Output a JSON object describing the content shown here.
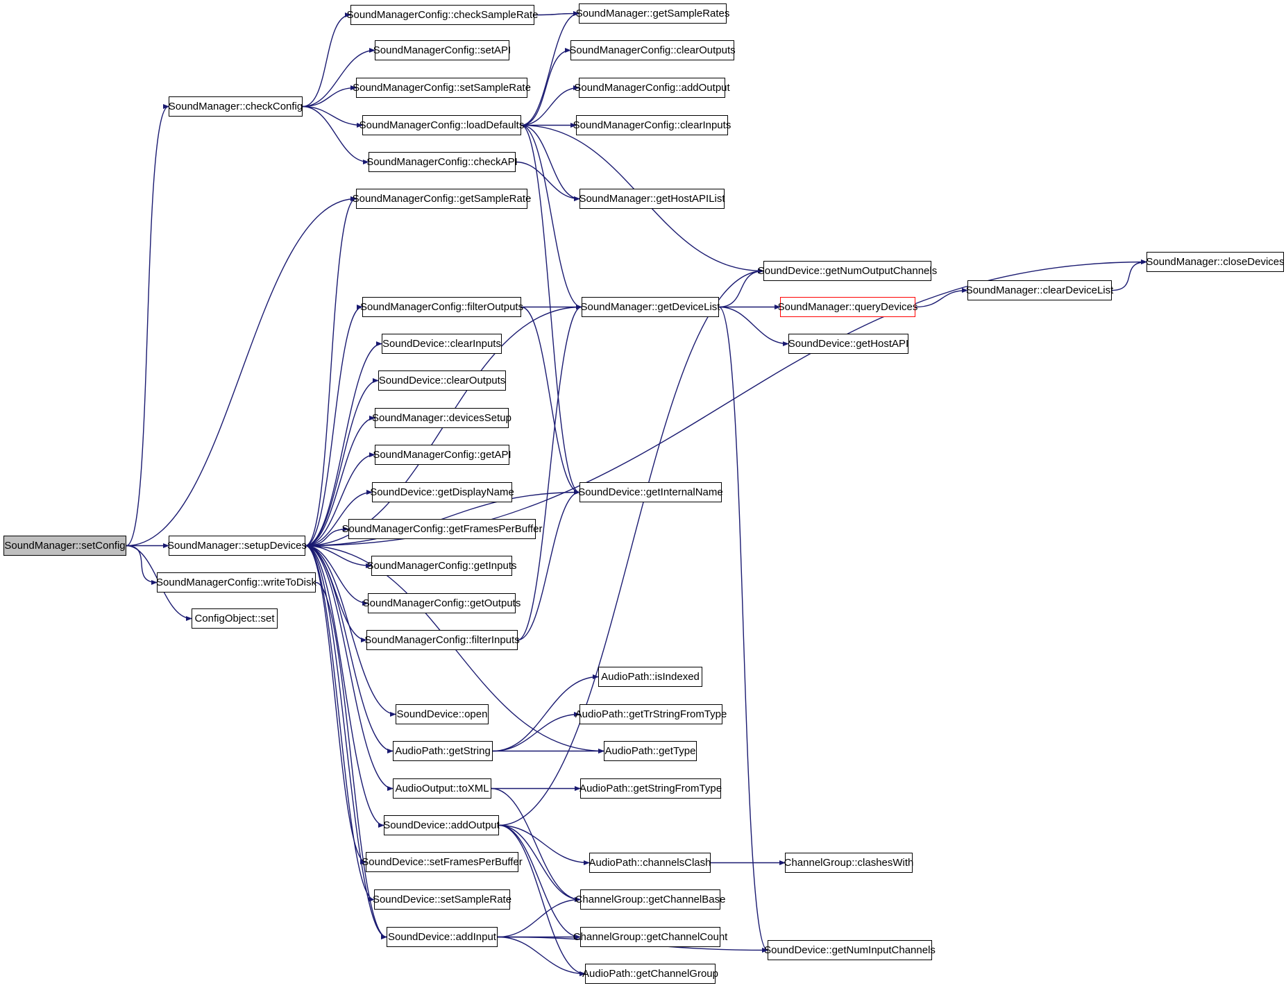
{
  "graph": {
    "edge_color": "#191970",
    "root_fill": "#bfbfbf",
    "truncated_border": "#ff0000",
    "nodes": [
      {
        "id": "setConfig",
        "label": "SoundManager::setConfig",
        "style": "root"
      },
      {
        "id": "checkConfig",
        "label": "SoundManager::checkConfig"
      },
      {
        "id": "setupDevices",
        "label": "SoundManager::setupDevices"
      },
      {
        "id": "writeToDisk",
        "label": "SoundManagerConfig::writeToDisk"
      },
      {
        "id": "coSet",
        "label": "ConfigObject::set"
      },
      {
        "id": "checkSampleRate",
        "label": "SoundManagerConfig::checkSampleRate"
      },
      {
        "id": "setAPI",
        "label": "SoundManagerConfig::setAPI"
      },
      {
        "id": "setSampleRate",
        "label": "SoundManagerConfig::setSampleRate"
      },
      {
        "id": "loadDefaults",
        "label": "SoundManagerConfig::loadDefaults"
      },
      {
        "id": "checkAPI",
        "label": "SoundManagerConfig::checkAPI"
      },
      {
        "id": "getSampleRate",
        "label": "SoundManagerConfig::getSampleRate"
      },
      {
        "id": "filterOutputs",
        "label": "SoundManagerConfig::filterOutputs"
      },
      {
        "id": "sdClearInputs",
        "label": "SoundDevice::clearInputs"
      },
      {
        "id": "sdClearOutputs",
        "label": "SoundDevice::clearOutputs"
      },
      {
        "id": "devicesSetup",
        "label": "SoundManager::devicesSetup"
      },
      {
        "id": "getAPI",
        "label": "SoundManagerConfig::getAPI"
      },
      {
        "id": "getDisplayName",
        "label": "SoundDevice::getDisplayName"
      },
      {
        "id": "getFramesPerBuffer",
        "label": "SoundManagerConfig::getFramesPerBuffer"
      },
      {
        "id": "getInputs",
        "label": "SoundManagerConfig::getInputs"
      },
      {
        "id": "getOutputs",
        "label": "SoundManagerConfig::getOutputs"
      },
      {
        "id": "filterInputs",
        "label": "SoundManagerConfig::filterInputs"
      },
      {
        "id": "sdOpen",
        "label": "SoundDevice::open"
      },
      {
        "id": "apGetString",
        "label": "AudioPath::getString"
      },
      {
        "id": "aoToXML",
        "label": "AudioOutput::toXML"
      },
      {
        "id": "sdAddOutput",
        "label": "SoundDevice::addOutput"
      },
      {
        "id": "setFramesPerBuffer",
        "label": "SoundDevice::setFramesPerBuffer"
      },
      {
        "id": "sdSetSampleRate",
        "label": "SoundDevice::setSampleRate"
      },
      {
        "id": "sdAddInput",
        "label": "SoundDevice::addInput"
      },
      {
        "id": "getSampleRates",
        "label": "SoundManager::getSampleRates"
      },
      {
        "id": "smcClearOutputs",
        "label": "SoundManagerConfig::clearOutputs"
      },
      {
        "id": "addOutput",
        "label": "SoundManagerConfig::addOutput"
      },
      {
        "id": "smcClearInputs",
        "label": "SoundManagerConfig::clearInputs"
      },
      {
        "id": "getHostAPIList",
        "label": "SoundManager::getHostAPIList"
      },
      {
        "id": "getDeviceList",
        "label": "SoundManager::getDeviceList"
      },
      {
        "id": "getInternalName",
        "label": "SoundDevice::getInternalName"
      },
      {
        "id": "isIndexed",
        "label": "AudioPath::isIndexed"
      },
      {
        "id": "getTrStringFromType",
        "label": "AudioPath::getTrStringFromType"
      },
      {
        "id": "getType",
        "label": "AudioPath::getType"
      },
      {
        "id": "getStringFromType",
        "label": "AudioPath::getStringFromType"
      },
      {
        "id": "channelsClash",
        "label": "AudioPath::channelsClash"
      },
      {
        "id": "getChannelBase",
        "label": "ChannelGroup::getChannelBase"
      },
      {
        "id": "getChannelCount",
        "label": "ChannelGroup::getChannelCount"
      },
      {
        "id": "getChannelGroup",
        "label": "AudioPath::getChannelGroup"
      },
      {
        "id": "getNumOutputChannels",
        "label": "SoundDevice::getNumOutputChannels"
      },
      {
        "id": "queryDevices",
        "label": "SoundManager::queryDevices",
        "style": "red"
      },
      {
        "id": "getHostAPI",
        "label": "SoundDevice::getHostAPI"
      },
      {
        "id": "clashesWith",
        "label": "ChannelGroup::clashesWith"
      },
      {
        "id": "getNumInputChannels",
        "label": "SoundDevice::getNumInputChannels"
      },
      {
        "id": "clearDeviceList",
        "label": "SoundManager::clearDeviceList"
      },
      {
        "id": "closeDevices",
        "label": "SoundManager::closeDevices"
      }
    ],
    "edges": [
      [
        "setConfig",
        "checkConfig"
      ],
      [
        "setConfig",
        "getSampleRate"
      ],
      [
        "setConfig",
        "setupDevices"
      ],
      [
        "setConfig",
        "writeToDisk"
      ],
      [
        "setConfig",
        "coSet"
      ],
      [
        "checkConfig",
        "checkSampleRate"
      ],
      [
        "checkConfig",
        "setAPI"
      ],
      [
        "checkConfig",
        "setSampleRate"
      ],
      [
        "checkConfig",
        "loadDefaults"
      ],
      [
        "checkConfig",
        "checkAPI"
      ],
      [
        "checkSampleRate",
        "getSampleRates"
      ],
      [
        "checkAPI",
        "getHostAPIList"
      ],
      [
        "loadDefaults",
        "getSampleRates"
      ],
      [
        "loadDefaults",
        "smcClearOutputs"
      ],
      [
        "loadDefaults",
        "addOutput"
      ],
      [
        "loadDefaults",
        "smcClearInputs"
      ],
      [
        "loadDefaults",
        "getHostAPIList"
      ],
      [
        "loadDefaults",
        "getDeviceList"
      ],
      [
        "loadDefaults",
        "getInternalName"
      ],
      [
        "loadDefaults",
        "getNumOutputChannels"
      ],
      [
        "setupDevices",
        "getSampleRate"
      ],
      [
        "setupDevices",
        "closeDevices"
      ],
      [
        "setupDevices",
        "getDeviceList"
      ],
      [
        "setupDevices",
        "filterOutputs"
      ],
      [
        "setupDevices",
        "sdClearInputs"
      ],
      [
        "setupDevices",
        "sdClearOutputs"
      ],
      [
        "setupDevices",
        "devicesSetup"
      ],
      [
        "setupDevices",
        "getAPI"
      ],
      [
        "setupDevices",
        "getDisplayName"
      ],
      [
        "setupDevices",
        "getFramesPerBuffer"
      ],
      [
        "setupDevices",
        "getInputs"
      ],
      [
        "setupDevices",
        "getOutputs"
      ],
      [
        "setupDevices",
        "filterInputs"
      ],
      [
        "setupDevices",
        "getInternalName"
      ],
      [
        "setupDevices",
        "sdOpen"
      ],
      [
        "setupDevices",
        "apGetString"
      ],
      [
        "setupDevices",
        "getType"
      ],
      [
        "setupDevices",
        "aoToXML"
      ],
      [
        "setupDevices",
        "sdAddOutput"
      ],
      [
        "setupDevices",
        "setFramesPerBuffer"
      ],
      [
        "setupDevices",
        "sdSetSampleRate"
      ],
      [
        "setupDevices",
        "sdAddInput"
      ],
      [
        "writeToDisk",
        "sdAddInput"
      ],
      [
        "filterOutputs",
        "getDeviceList"
      ],
      [
        "filterOutputs",
        "getInternalName"
      ],
      [
        "filterInputs",
        "getDeviceList"
      ],
      [
        "filterInputs",
        "getInternalName"
      ],
      [
        "getDeviceList",
        "getNumOutputChannels"
      ],
      [
        "getDeviceList",
        "queryDevices"
      ],
      [
        "getDeviceList",
        "getHostAPI"
      ],
      [
        "getDeviceList",
        "getNumInputChannels"
      ],
      [
        "queryDevices",
        "clearDeviceList"
      ],
      [
        "clearDeviceList",
        "closeDevices"
      ],
      [
        "apGetString",
        "isIndexed"
      ],
      [
        "apGetString",
        "getTrStringFromType"
      ],
      [
        "apGetString",
        "getType"
      ],
      [
        "aoToXML",
        "getStringFromType"
      ],
      [
        "aoToXML",
        "getChannelBase"
      ],
      [
        "sdAddOutput",
        "getNumOutputChannels"
      ],
      [
        "sdAddOutput",
        "channelsClash"
      ],
      [
        "sdAddOutput",
        "getChannelBase"
      ],
      [
        "sdAddOutput",
        "getChannelCount"
      ],
      [
        "sdAddOutput",
        "getChannelGroup"
      ],
      [
        "channelsClash",
        "clashesWith"
      ],
      [
        "sdAddInput",
        "getChannelBase"
      ],
      [
        "sdAddInput",
        "getChannelCount"
      ],
      [
        "sdAddInput",
        "getChannelGroup"
      ],
      [
        "sdAddInput",
        "getNumInputChannels"
      ]
    ]
  }
}
